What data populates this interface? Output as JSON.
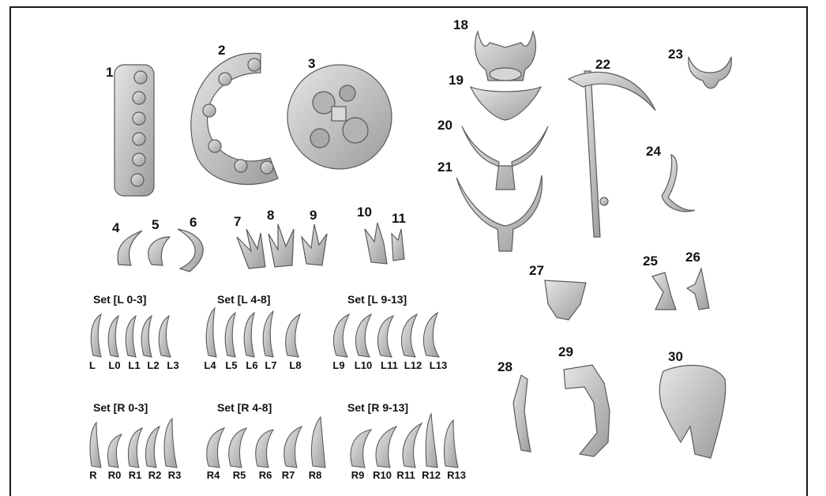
{
  "part_numbers": [
    "1",
    "2",
    "3",
    "4",
    "5",
    "6",
    "7",
    "8",
    "9",
    "10",
    "11",
    "18",
    "19",
    "20",
    "21",
    "22",
    "23",
    "24",
    "25",
    "26",
    "27",
    "28",
    "29",
    "30"
  ],
  "sets": {
    "L03": {
      "title": "Set [L 0-3]",
      "items": [
        "L",
        "L0",
        "L1",
        "L2",
        "L3"
      ]
    },
    "L48": {
      "title": "Set [L 4-8]",
      "items": [
        "L4",
        "L5",
        "L6",
        "L7",
        "L8"
      ]
    },
    "L913": {
      "title": "Set [L 9-13]",
      "items": [
        "L9",
        "L10",
        "L11",
        "L12",
        "L13"
      ]
    },
    "R03": {
      "title": "Set [R 0-3]",
      "items": [
        "R",
        "R0",
        "R1",
        "R2",
        "R3"
      ]
    },
    "R48": {
      "title": "Set [R 4-8]",
      "items": [
        "R4",
        "R5",
        "R6",
        "R7",
        "R8"
      ]
    },
    "R913": {
      "title": "Set [R 9-13]",
      "items": [
        "R9",
        "R10",
        "R11",
        "R12",
        "R13"
      ]
    }
  },
  "colors": {
    "part_fill": "#c9c9c9",
    "part_stroke": "#5a5a5a",
    "shade": "#9a9a9a",
    "frame": "#1a1a1a",
    "text": "#111111"
  }
}
